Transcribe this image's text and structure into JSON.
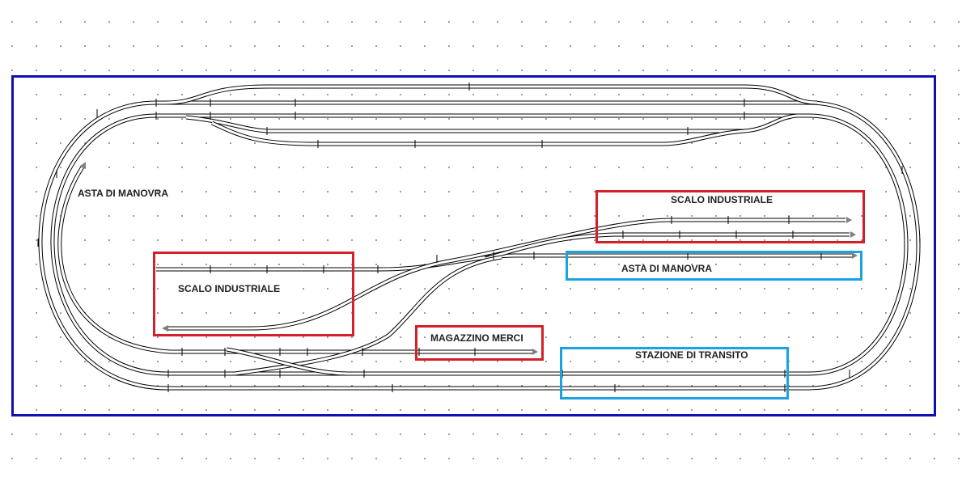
{
  "labels": {
    "asta_left": "ASTA DI MANOVRA",
    "scalo_right": "SCALO INDUSTRIALE",
    "scalo_left": "SCALO INDUSTRIALE",
    "asta_right": "ASTA DI MANOVRA",
    "magazzino": "MAGAZZINO MERCI",
    "stazione": "STAZIONE DI TRANSITO"
  },
  "colors": {
    "frame": "#1010b0",
    "zone_red": "#d4202a",
    "zone_blue": "#1aa3e0",
    "track": "#000000",
    "buffer": "#808080"
  }
}
